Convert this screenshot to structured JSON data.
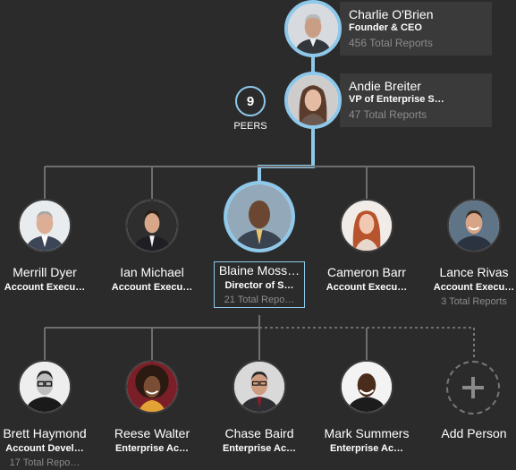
{
  "colors": {
    "background": "#2b2b2b",
    "card": "#3a3a3a",
    "highlight": "#8ec8ea",
    "line": "#6e6e6e",
    "muted": "#8c8c8c"
  },
  "founder": {
    "name": "Charlie O'Brien",
    "title": "Founder & CEO",
    "reports": "456 Total Reports",
    "icon": "avatar-photo"
  },
  "manager": {
    "name": "Andie Breiter",
    "title": "VP of Enterprise S…",
    "reports": "47 Total Reports",
    "icon": "avatar-photo"
  },
  "peers": {
    "count": "9",
    "label": "PEERS"
  },
  "level1": [
    {
      "name": "Merrill Dyer",
      "title": "Account Execu…",
      "reports": ""
    },
    {
      "name": "Ian Michael",
      "title": "Account Execu…",
      "reports": ""
    },
    {
      "name": "Blaine Moss…",
      "title": "Director of S…",
      "reports": "21 Total Repo…"
    },
    {
      "name": "Cameron Barr",
      "title": "Account Execu…",
      "reports": ""
    },
    {
      "name": "Lance Rivas",
      "title": "Account Execu…",
      "reports": "3 Total Reports"
    }
  ],
  "level2": [
    {
      "name": "Brett Haymond",
      "title": "Account Devel…",
      "reports": "17 Total Repo…"
    },
    {
      "name": "Reese Walter",
      "title": "Enterprise Ac…",
      "reports": ""
    },
    {
      "name": "Chase Baird",
      "title": "Enterprise Ac…",
      "reports": ""
    },
    {
      "name": "Mark Summers",
      "title": "Enterprise Ac…",
      "reports": ""
    }
  ],
  "add_person": {
    "label": "Add Person",
    "icon": "plus-icon"
  }
}
